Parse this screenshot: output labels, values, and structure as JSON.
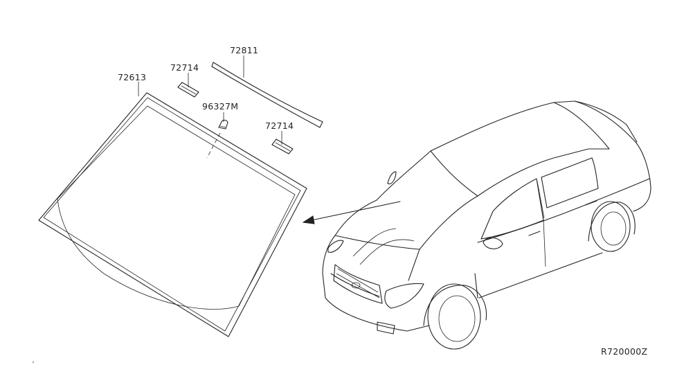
{
  "diagram": {
    "parts": [
      {
        "id": "72613",
        "label": "72613"
      },
      {
        "id": "72714-a",
        "label": "72714"
      },
      {
        "id": "72811",
        "label": "72811"
      },
      {
        "id": "96327M",
        "label": "96327M"
      },
      {
        "id": "72714-b",
        "label": "72714"
      }
    ],
    "figure_code": "R720000Z"
  }
}
